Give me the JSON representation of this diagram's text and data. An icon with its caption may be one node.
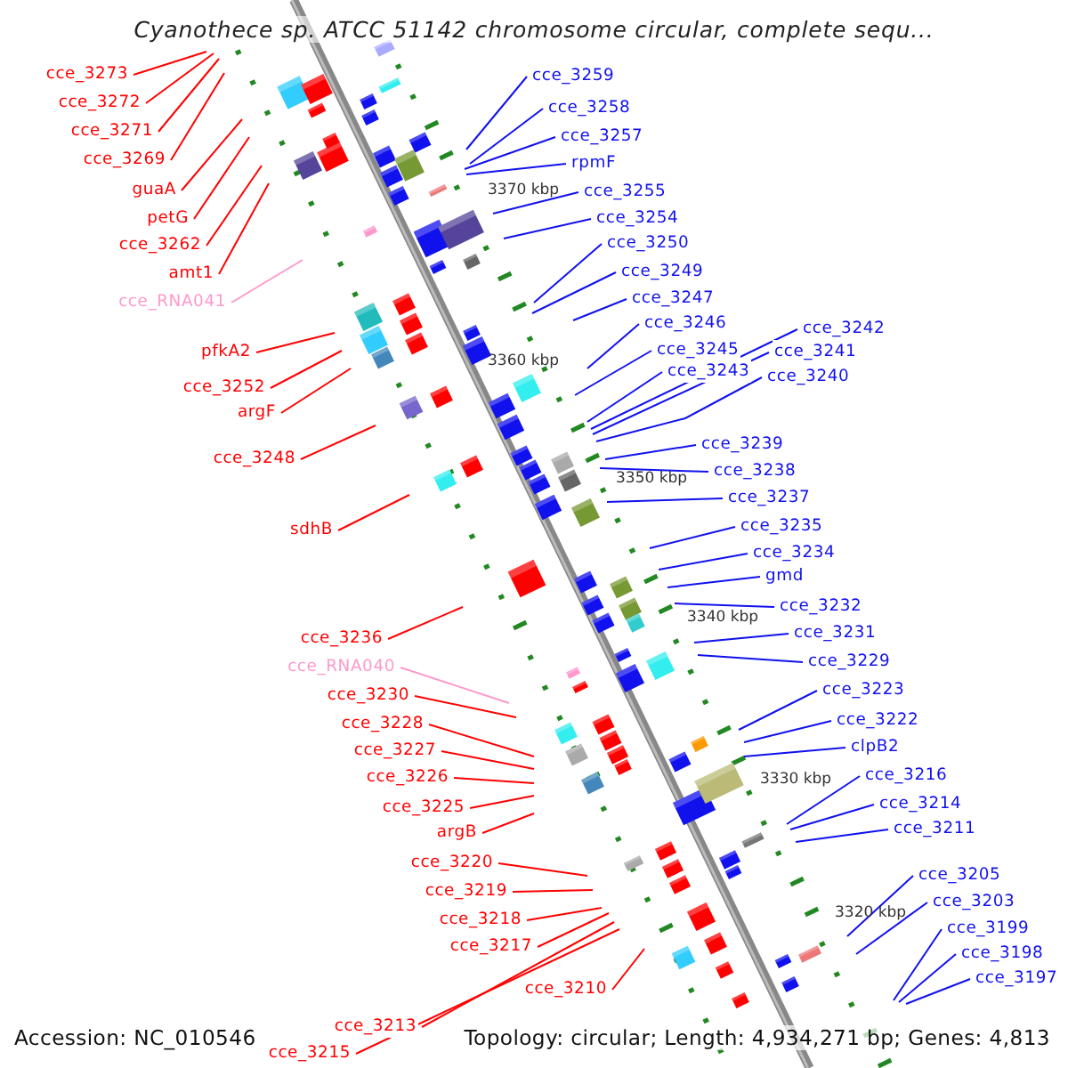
{
  "diagram": {
    "title": "Cyanothece sp. ATCC 51142 chromosome circular, complete sequ...",
    "nodes": [
      {
        "text": [
          "cce_3273"
        ]
      },
      {
        "text": [
          "cce_3272"
        ]
      },
      {
        "text": [
          "cce_3271"
        ]
      },
      {
        "text": [
          "cce_3269"
        ]
      },
      {
        "text": [
          "guaA"
        ]
      },
      {
        "text": [
          "petG"
        ]
      },
      {
        "text": [
          "cce_3262"
        ]
      },
      {
        "text": [
          "amt1"
        ]
      },
      {
        "text": [
          "cce_RNA041"
        ]
      },
      {
        "text": [
          "pfkA2"
        ]
      },
      {
        "text": [
          "cce_3252"
        ]
      },
      {
        "text": [
          "argF"
        ]
      },
      {
        "text": [
          "cce_3248"
        ]
      },
      {
        "text": [
          "sdhB"
        ]
      },
      {
        "text": [
          "cce_3236"
        ]
      },
      {
        "text": [
          "cce_RNA040"
        ]
      },
      {
        "text": [
          "cce_3230"
        ]
      },
      {
        "text": [
          "cce_3228"
        ]
      },
      {
        "text": [
          "cce_3227"
        ]
      },
      {
        "text": [
          "cce_3226"
        ]
      },
      {
        "text": [
          "cce_3225"
        ]
      },
      {
        "text": [
          "argB"
        ]
      },
      {
        "text": [
          "cce_3220"
        ]
      },
      {
        "text": [
          "cce_3219"
        ]
      },
      {
        "text": [
          "cce_3218"
        ]
      },
      {
        "text": [
          "cce_3217"
        ]
      },
      {
        "text": [
          "cce_3210"
        ]
      },
      {
        "text": [
          "cce_3213"
        ]
      },
      {
        "text": [
          "cce_3215"
        ]
      },
      {
        "text": [
          "cce_3259"
        ]
      },
      {
        "text": [
          "cce_3258"
        ]
      },
      {
        "text": [
          "cce_3257"
        ]
      },
      {
        "text": [
          "rpmF"
        ]
      },
      {
        "text": [
          "cce_3255"
        ]
      },
      {
        "text": [
          "cce_3254"
        ]
      },
      {
        "text": [
          "cce_3250"
        ]
      },
      {
        "text": [
          "cce_3249"
        ]
      },
      {
        "text": [
          "cce_3247"
        ]
      },
      {
        "text": [
          "cce_3246"
        ]
      },
      {
        "text": [
          "cce_3245"
        ]
      },
      {
        "text": [
          "cce_3243"
        ]
      },
      {
        "text": [
          "cce_3242"
        ]
      },
      {
        "text": [
          "cce_3241"
        ]
      },
      {
        "text": [
          "cce_3240"
        ]
      },
      {
        "text": [
          "cce_3239"
        ]
      },
      {
        "text": [
          "cce_3238"
        ]
      },
      {
        "text": [
          "cce_3237"
        ]
      },
      {
        "text": [
          "cce_3235"
        ]
      },
      {
        "text": [
          "cce_3234"
        ]
      },
      {
        "text": [
          "gmd"
        ]
      },
      {
        "text": [
          "cce_3232"
        ]
      },
      {
        "text": [
          "cce_3231"
        ]
      },
      {
        "text": [
          "cce_3229"
        ]
      },
      {
        "text": [
          "cce_3223"
        ]
      },
      {
        "text": [
          "cce_3222"
        ]
      },
      {
        "text": [
          "clpB2"
        ]
      },
      {
        "text": [
          "cce_3216"
        ]
      },
      {
        "text": [
          "cce_3214"
        ]
      },
      {
        "text": [
          "cce_3211"
        ]
      },
      {
        "text": [
          "cce_3205"
        ]
      },
      {
        "text": [
          "cce_3203"
        ]
      },
      {
        "text": [
          "cce_3199"
        ]
      },
      {
        "text": [
          "cce_3198"
        ]
      },
      {
        "text": [
          "cce_3197"
        ]
      }
    ],
    "edges": [
      {
        "from": 0,
        "to": null,
        "arrow": "none",
        "color": "#ff0000"
      },
      {
        "from": 1,
        "to": null,
        "arrow": "none",
        "color": "#ff0000"
      },
      {
        "from": 2,
        "to": null,
        "arrow": "none",
        "color": "#ff0000"
      },
      {
        "from": 3,
        "to": null,
        "arrow": "none",
        "color": "#ff0000"
      },
      {
        "from": 4,
        "to": null,
        "arrow": "none",
        "color": "#ff0000"
      },
      {
        "from": 5,
        "to": null,
        "arrow": "none",
        "color": "#ff0000"
      },
      {
        "from": 6,
        "to": null,
        "arrow": "none",
        "color": "#ff0000"
      },
      {
        "from": 7,
        "to": null,
        "arrow": "none",
        "color": "#ff0000"
      },
      {
        "from": 8,
        "to": null,
        "arrow": "none",
        "color": "#ff99cc"
      },
      {
        "from": 9,
        "to": null,
        "arrow": "none",
        "color": "#ff0000"
      },
      {
        "from": 10,
        "to": null,
        "arrow": "none",
        "color": "#ff0000"
      },
      {
        "from": 11,
        "to": null,
        "arrow": "none",
        "color": "#ff0000"
      },
      {
        "from": 12,
        "to": null,
        "arrow": "none",
        "color": "#ff0000"
      },
      {
        "from": 13,
        "to": null,
        "arrow": "none",
        "color": "#ff0000"
      },
      {
        "from": 14,
        "to": null,
        "arrow": "none",
        "color": "#ff0000"
      },
      {
        "from": 15,
        "to": null,
        "arrow": "none",
        "color": "#ff99cc"
      },
      {
        "from": 16,
        "to": null,
        "arrow": "none",
        "color": "#ff0000"
      },
      {
        "from": 17,
        "to": null,
        "arrow": "none",
        "color": "#ff0000"
      },
      {
        "from": 18,
        "to": null,
        "arrow": "none",
        "color": "#ff0000"
      },
      {
        "from": 19,
        "to": null,
        "arrow": "none",
        "color": "#ff0000"
      },
      {
        "from": 20,
        "to": null,
        "arrow": "none",
        "color": "#ff0000"
      },
      {
        "from": 21,
        "to": null,
        "arrow": "none",
        "color": "#ff0000"
      },
      {
        "from": 22,
        "to": null,
        "arrow": "none",
        "color": "#ff0000"
      },
      {
        "from": 23,
        "to": null,
        "arrow": "none",
        "color": "#ff0000"
      },
      {
        "from": 24,
        "to": null,
        "arrow": "none",
        "color": "#ff0000"
      },
      {
        "from": 25,
        "to": null,
        "arrow": "none",
        "color": "#ff0000"
      },
      {
        "from": 26,
        "to": null,
        "arrow": "none",
        "color": "#ff0000"
      },
      {
        "from": 27,
        "to": null,
        "arrow": "none",
        "color": "#ff0000"
      },
      {
        "from": 28,
        "to": null,
        "arrow": "none",
        "color": "#ff0000"
      },
      {
        "from": 29,
        "to": null,
        "arrow": "none"
      },
      {
        "from": 30,
        "to": null,
        "arrow": "none"
      },
      {
        "from": 31,
        "to": null,
        "arrow": "none"
      },
      {
        "from": 32,
        "to": null,
        "arrow": "none"
      },
      {
        "from": 33,
        "to": null,
        "arrow": "none"
      },
      {
        "from": 34,
        "to": null,
        "arrow": "none"
      },
      {
        "from": 35,
        "to": null,
        "arrow": "none"
      },
      {
        "from": 36,
        "to": null,
        "arrow": "none"
      },
      {
        "from": 37,
        "to": null,
        "arrow": "none"
      },
      {
        "from": 38,
        "to": null,
        "arrow": "none"
      },
      {
        "from": 39,
        "to": null,
        "arrow": "none"
      },
      {
        "from": 40,
        "to": null,
        "arrow": "none"
      },
      {
        "from": 41,
        "to": null,
        "arrow": "none"
      },
      {
        "from": 42,
        "to": null,
        "arrow": "none"
      },
      {
        "from": 43,
        "to": null,
        "arrow": "none"
      },
      {
        "from": 44,
        "to": null,
        "arrow": "none"
      },
      {
        "from": 45,
        "to": null,
        "arrow": "none"
      },
      {
        "from": 46,
        "to": null,
        "arrow": "none"
      },
      {
        "from": 47,
        "to": null,
        "arrow": "none"
      },
      {
        "from": 48,
        "to": null,
        "arrow": "none"
      },
      {
        "from": 49,
        "to": null,
        "arrow": "none"
      },
      {
        "from": 50,
        "to": null,
        "arrow": "none"
      },
      {
        "from": 51,
        "to": null,
        "arrow": "none"
      },
      {
        "from": 52,
        "to": null,
        "arrow": "none"
      },
      {
        "from": 53,
        "to": null,
        "arrow": "none"
      },
      {
        "from": 54,
        "to": null,
        "arrow": "none"
      },
      {
        "from": 55,
        "to": null,
        "arrow": "none"
      },
      {
        "from": 56,
        "to": null,
        "arrow": "none"
      },
      {
        "from": 57,
        "to": null,
        "arrow": "none"
      },
      {
        "from": 58,
        "to": null,
        "arrow": "none"
      },
      {
        "from": 59,
        "to": null,
        "arrow": "none"
      },
      {
        "from": 60,
        "to": null,
        "arrow": "none"
      },
      {
        "from": 61,
        "to": null,
        "arrow": "none"
      },
      {
        "from": 62,
        "to": null,
        "arrow": "none"
      },
      {
        "from": 63,
        "to": null,
        "arrow": "none"
      }
    ],
    "labels": [
      "3370 kbp",
      "3360 kbp",
      "3350 kbp",
      "3340 kbp",
      "3330 kbp",
      "3320 kbp",
      "Accession: NC_010546",
      "Topology: circular; Length: 4,934,271 bp; Genes: 4,813"
    ]
  }
}
